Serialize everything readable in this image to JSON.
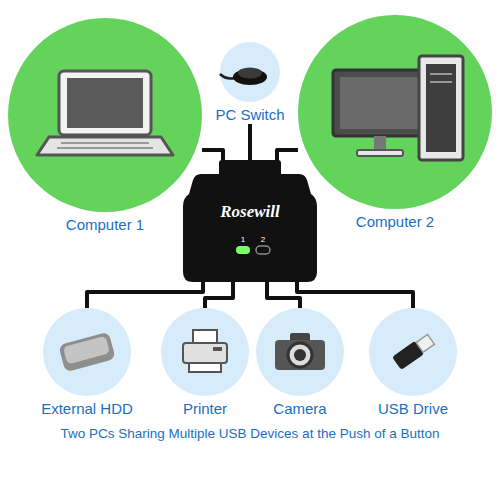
{
  "diagram": {
    "caption": "Two PCs Sharing Multiple USB Devices at the Push of a Button",
    "nodes": [
      {
        "text": [
          "PC Switch"
        ]
      },
      {
        "text": [
          "Computer 1"
        ]
      },
      {
        "text": [
          "Computer 2"
        ]
      },
      {
        "text": [
          "Rosewill",
          "1",
          "2"
        ]
      },
      {
        "text": [
          "External HDD"
        ]
      },
      {
        "text": [
          "Printer"
        ]
      },
      {
        "text": [
          "Camera"
        ]
      },
      {
        "text": [
          "USB Drive"
        ]
      }
    ],
    "edges": [
      {
        "from": 3,
        "to": 0,
        "arrow": "none"
      },
      {
        "from": 3,
        "to": 1,
        "arrow": "none"
      },
      {
        "from": 3,
        "to": 2,
        "arrow": "none"
      },
      {
        "from": 3,
        "to": 4,
        "arrow": "none"
      },
      {
        "from": 3,
        "to": 5,
        "arrow": "none"
      },
      {
        "from": 3,
        "to": 6,
        "arrow": "none"
      },
      {
        "from": 3,
        "to": 7,
        "arrow": "none"
      }
    ]
  }
}
